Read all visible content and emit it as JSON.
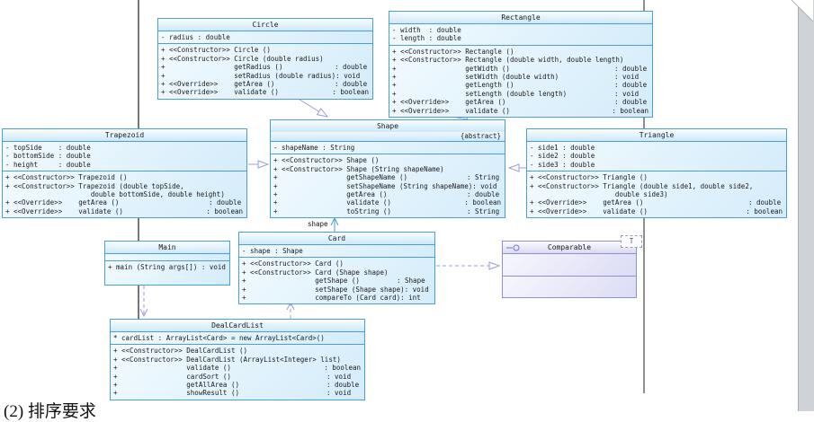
{
  "diagram": {
    "classes": [
      {
        "name": "Circle",
        "attrs": [
          "- radius : double"
        ],
        "methods": [
          {
            "l": "+ <<Constructor>> Circle ()",
            "r": ""
          },
          {
            "l": "+ <<Constructor>> Circle (double radius)",
            "r": ""
          },
          {
            "l": "+                 getRadius ()",
            "r": ": double"
          },
          {
            "l": "+                 setRadius (double radius)",
            "r": ": void"
          },
          {
            "l": "+ <<Override>>    getArea ()",
            "r": ": double"
          },
          {
            "l": "+ <<Override>>    validate ()",
            "r": ": boolean"
          }
        ]
      },
      {
        "name": "Rectangle",
        "attrs": [
          "- width  : double",
          "- length : double"
        ],
        "methods": [
          {
            "l": "+ <<Constructor>> Rectangle ()",
            "r": ""
          },
          {
            "l": "+ <<Constructor>> Rectangle (double width, double length)",
            "r": ""
          },
          {
            "l": "+                 getWidth ()",
            "r": ": double"
          },
          {
            "l": "+                 setWidth (double width)",
            "r": ": void"
          },
          {
            "l": "+                 getLength ()",
            "r": ": double"
          },
          {
            "l": "+                 setLength (double length)",
            "r": ": void"
          },
          {
            "l": "+ <<Override>>    getArea ()",
            "r": ": double"
          },
          {
            "l": "+ <<Override>>    validate ()",
            "r": ": boolean"
          }
        ]
      },
      {
        "name": "Trapezoid",
        "attrs": [
          "- topSide    : double",
          "- bottomSide : double",
          "- height     : double"
        ],
        "methods": [
          {
            "l": "+ <<Constructor>> Trapezoid ()",
            "r": ""
          },
          {
            "l": "+ <<Constructor>> Trapezoid (double topSide,",
            "r": ""
          },
          {
            "l": "                     double bottomSide, double height)",
            "r": ""
          },
          {
            "l": "+ <<Override>>    getArea ()",
            "r": ": double"
          },
          {
            "l": "+ <<Override>>    validate ()",
            "r": ": boolean"
          }
        ]
      },
      {
        "name": "Shape",
        "tag": "{abstract}",
        "attrs": [
          "- shapeName : String"
        ],
        "methods": [
          {
            "l": "+ <<Constructor>> Shape ()",
            "r": ""
          },
          {
            "l": "+ <<Constructor>> Shape (String shapeName)",
            "r": ""
          },
          {
            "l": "+                 getShapeName ()",
            "r": ": String"
          },
          {
            "l": "+                 setShapeName (String shapeName)",
            "r": ": void"
          },
          {
            "l": "+                 getArea ()",
            "r": ": double"
          },
          {
            "l": "+                 validate ()",
            "r": ": boolean"
          },
          {
            "l": "+                 toString ()",
            "r": ": String"
          }
        ]
      },
      {
        "name": "Triangle",
        "attrs": [
          "- side1 : double",
          "- side2 : double",
          "- side3 : double"
        ],
        "methods": [
          {
            "l": "+ <<Constructor>> Triangle ()",
            "r": ""
          },
          {
            "l": "+ <<Constructor>> Triangle (double side1, double side2,",
            "r": ""
          },
          {
            "l": "                     double side3)",
            "r": ""
          },
          {
            "l": "+ <<Override>>    getArea ()",
            "r": ": double"
          },
          {
            "l": "+ <<Override>>    validate ()",
            "r": ": boolean"
          }
        ]
      },
      {
        "name": "Main",
        "attrs": [],
        "methods": [
          {
            "l": "+ main (String args[]) : void",
            "r": ""
          }
        ]
      },
      {
        "name": "Card",
        "attrs": [
          "- shape : Shape"
        ],
        "methods": [
          {
            "l": "+ <<Constructor>> Card ()",
            "r": ""
          },
          {
            "l": "+ <<Constructor>> Card (Shape shape)",
            "r": ""
          },
          {
            "l": "+                 getShape ()",
            "r": ": Shape"
          },
          {
            "l": "+                 setShape (Shape shape)",
            "r": ": void"
          },
          {
            "l": "+                 compareTo (Card card)",
            "r": ": int"
          }
        ]
      },
      {
        "name": "DealCardList",
        "attrs": [
          "* cardList : ArrayList<Card> = new ArrayList<Card>()"
        ],
        "methods": [
          {
            "l": "+ <<Constructor>> DealCardList ()",
            "r": ""
          },
          {
            "l": "+ <<Constructor>> DealCardList (ArrayList<Integer> list)",
            "r": ""
          },
          {
            "l": "+                 validate ()",
            "r": ": boolean"
          },
          {
            "l": "+                 cardSort ()",
            "r": ": void"
          },
          {
            "l": "+                 getAllArea ()",
            "r": ": double"
          },
          {
            "l": "+                 showResult ()",
            "r": ": void"
          }
        ]
      },
      {
        "name": "Comparable",
        "attrs": [],
        "methods": []
      }
    ],
    "association_label": "shape",
    "type_param": "T",
    "footer_text": "(2) 排序要求",
    "colors": {
      "class_border": "#4d9ed8",
      "class_fill_light": "#f2fafe",
      "class_fill_dark": "#d4ecfa",
      "interface_border": "#9090cf",
      "generalization_line": "#9b9be2",
      "association_line": "#4a9ad8",
      "dependency_line": "#9b9be2",
      "long_line_black": "#4a4a4a",
      "long_line_gray": "#8f8f8f"
    }
  }
}
